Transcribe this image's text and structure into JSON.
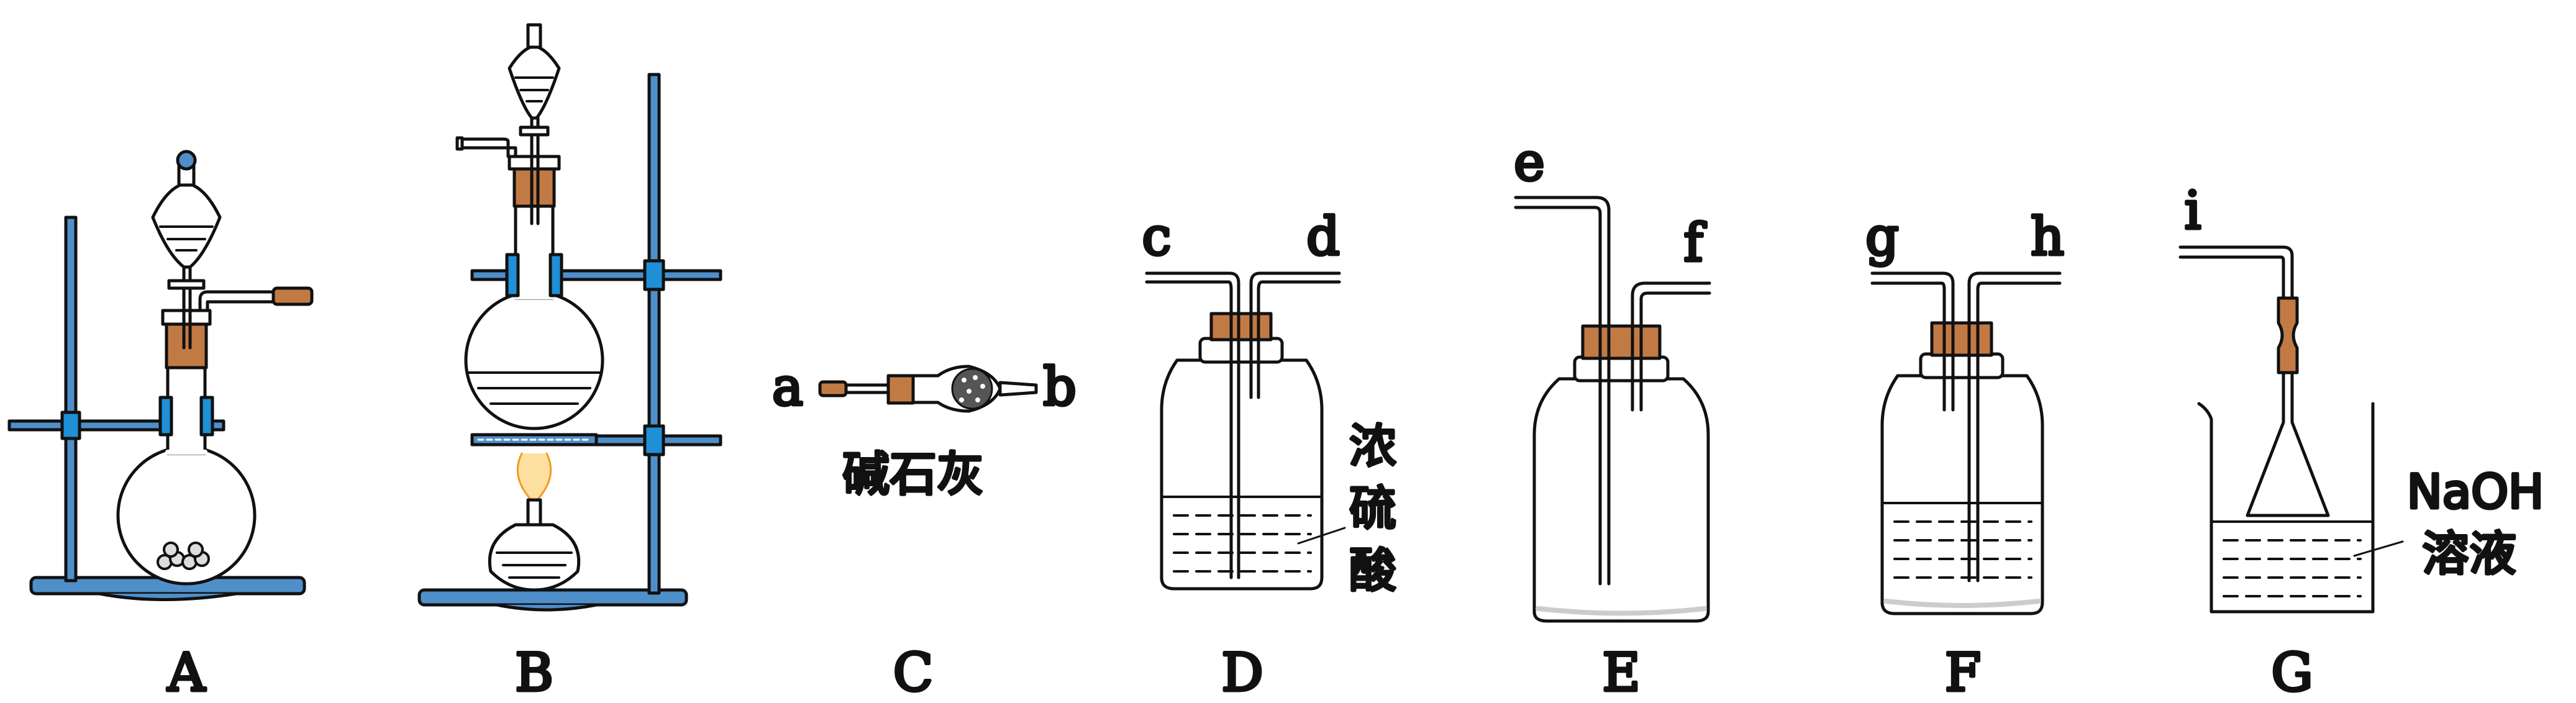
{
  "panels": [
    {
      "id": "A",
      "label": "A"
    },
    {
      "id": "B",
      "label": "B"
    },
    {
      "id": "C",
      "label": "C",
      "reagent": "碱石灰",
      "port_in": "a",
      "port_out": "b"
    },
    {
      "id": "D",
      "label": "D",
      "port_in": "c",
      "port_out": "d",
      "reagent_lines": [
        "浓",
        "硫",
        "酸"
      ]
    },
    {
      "id": "E",
      "label": "E",
      "port_in": "e",
      "port_out": "f"
    },
    {
      "id": "F",
      "label": "F",
      "port_in": "g",
      "port_out": "h"
    },
    {
      "id": "G",
      "label": "G",
      "port_in": "i",
      "reagent_lines": [
        "NaOH",
        "溶液"
      ]
    }
  ],
  "colors": {
    "stand": "#4f8fc9",
    "stand_dark": "#2a5f93",
    "clamp": "#1f8fd6",
    "cork": "#c27a45",
    "cork_dark": "#8a4f25",
    "glass": "#ffffff",
    "liquid_line": "#222222",
    "flame": "#f39a22",
    "base_fill": "#dcdcdc",
    "gauze": "#4f8fc9"
  }
}
